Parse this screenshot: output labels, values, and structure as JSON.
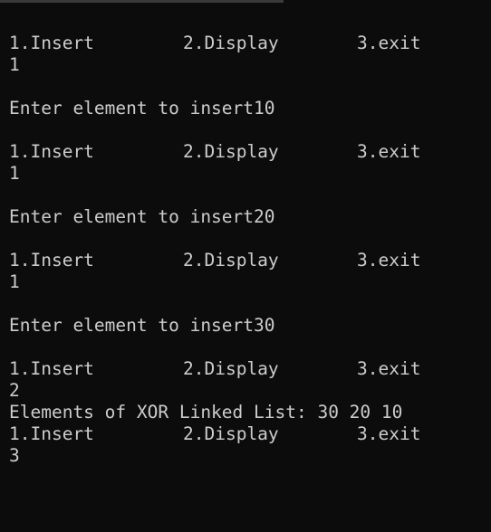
{
  "menu": {
    "insert": "1.Insert",
    "display": "2.Display",
    "exit": "3.exit"
  },
  "session": {
    "input_1": "1",
    "prompt_1": "Enter element to insert10",
    "input_2": "1",
    "prompt_2": "Enter element to insert20",
    "input_3": "1",
    "prompt_3": "Enter element to insert30",
    "input_4": "2",
    "display_output": "Elements of XOR Linked List: 30 20 10",
    "input_5": "3"
  }
}
